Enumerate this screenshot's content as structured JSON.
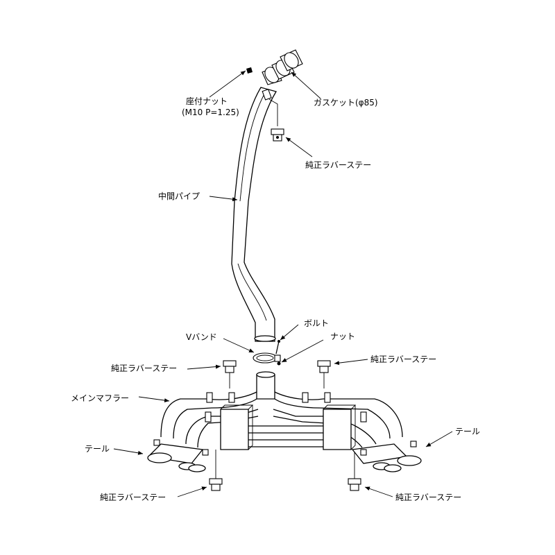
{
  "labels": {
    "seat_nut": "座付ナット",
    "seat_nut_spec": "(M10 P=1.25)",
    "gasket": "ガスケット(φ85)",
    "rubber_stay_top": "純正ラバーステー",
    "mid_pipe": "中間パイプ",
    "bolt": "ボルト",
    "v_band": "Vバンド",
    "nut": "ナット",
    "rubber_stay_mid_left": "純正ラバーステー",
    "rubber_stay_mid_right": "純正ラバーステー",
    "main_muffler": "メインマフラー",
    "tail_left": "テール",
    "tail_right": "テール",
    "rubber_stay_bottom_left": "純正ラバーステー",
    "rubber_stay_bottom_right": "純正ラバーステー"
  }
}
